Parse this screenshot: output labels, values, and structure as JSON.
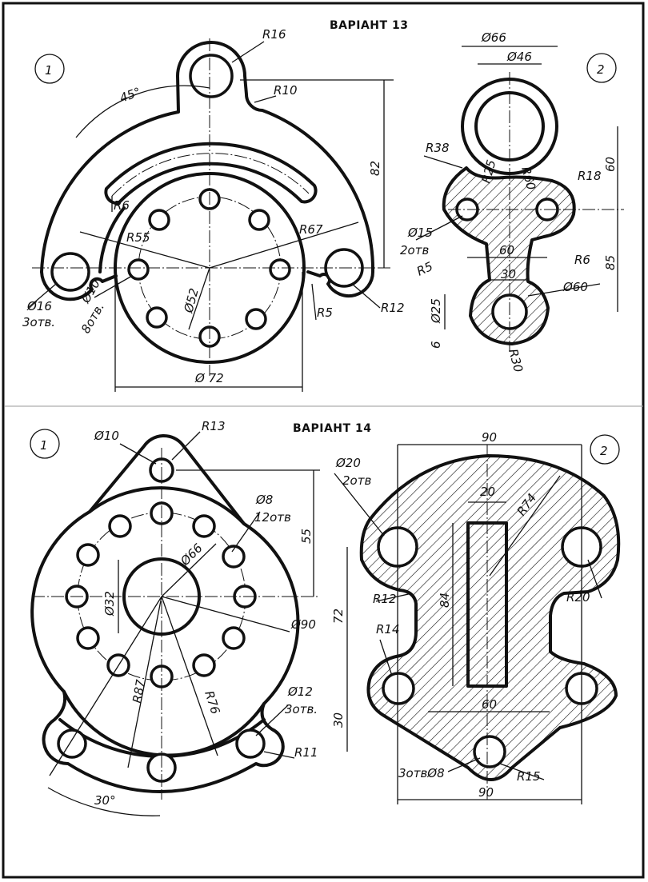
{
  "variant13": {
    "title": "ВАРІАНТ 13",
    "view1": {
      "number": "1",
      "labels": [
        "R16",
        "45°",
        "R10",
        "82",
        "R6",
        "R55",
        "R67",
        "Ø16",
        "3отв.",
        "Ø10",
        "8отв.",
        "Ø52",
        "R5",
        "R12",
        "Ø 72"
      ]
    },
    "view2": {
      "number": "2",
      "labels": [
        "Ø66",
        "Ø46",
        "R38",
        "R25",
        "R60",
        "R18",
        "60",
        "Ø15",
        "2отв",
        "60",
        "R5",
        "R6",
        "85",
        "30",
        "Ø60",
        "Ø25",
        "6",
        "R30"
      ]
    }
  },
  "variant14": {
    "title": "ВАРІАНТ 14",
    "view1": {
      "number": "1",
      "labels": [
        "Ø10",
        "R13",
        "Ø8",
        "12отв",
        "55",
        "Ø66",
        "Ø32",
        "Ø90",
        "R87",
        "R76",
        "Ø12",
        "3отв.",
        "R11",
        "30°"
      ]
    },
    "view2": {
      "number": "2",
      "labels": [
        "90",
        "Ø20",
        "2отв",
        "20",
        "R74",
        "R12",
        "84",
        "R20",
        "72",
        "R14",
        "60",
        "30",
        "3отвØ8",
        "R15",
        "90"
      ]
    }
  }
}
